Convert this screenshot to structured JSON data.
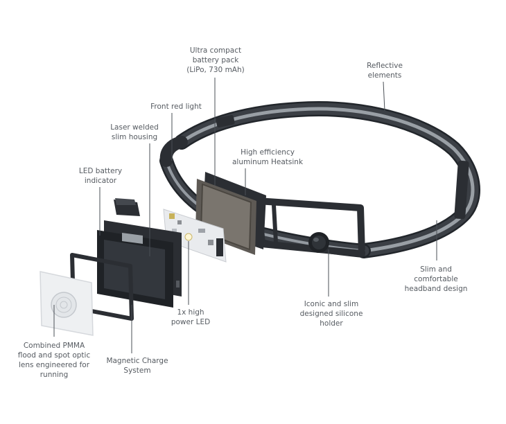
{
  "labels": {
    "battery": [
      "Ultra compact",
      "battery pack",
      "(LiPo, 730 mAh)"
    ],
    "reflective": [
      "Reflective",
      "elements"
    ],
    "front_light": [
      "Front red light"
    ],
    "housing": [
      "Laser welded",
      "slim housing"
    ],
    "heatsink": [
      "High efficiency",
      "aluminum Heatsink"
    ],
    "led_indicator": [
      "LED battery",
      "indicator"
    ],
    "headband": [
      "Slim and",
      "comfortable",
      "headband design"
    ],
    "power_led": [
      "1x high",
      "power LED"
    ],
    "holder": [
      "Iconic and slim",
      "designed silicone",
      "holder"
    ],
    "lens": [
      "Combined PMMA",
      "flood and spot optic",
      "lens engineered for",
      "running"
    ],
    "charge": [
      "Magnetic Charge",
      "System"
    ]
  },
  "colors": {
    "text": "#555a60",
    "leader": "#4a4f55",
    "strap": "#3b3f45",
    "strap_edge": "#22262b",
    "reflective": "#aab0b6",
    "housing": "#2b2e33",
    "heatsink": "#5e5a55",
    "pcb": "#e9ebee",
    "lens": "#eef0f2"
  }
}
